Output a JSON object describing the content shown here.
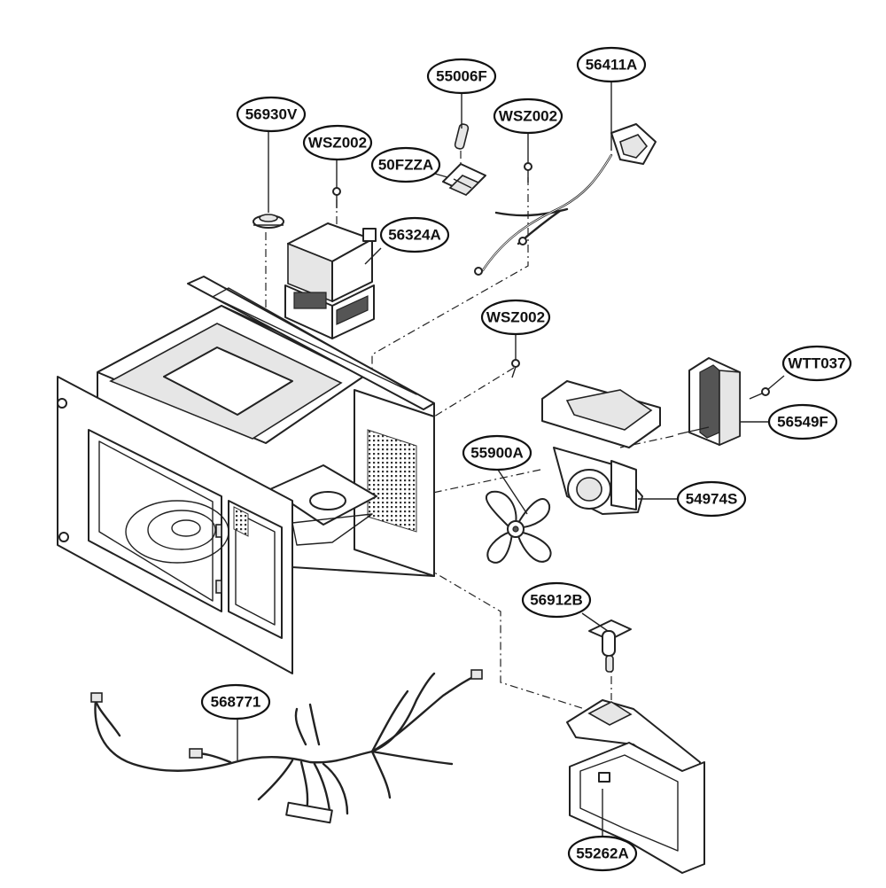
{
  "callouts": {
    "c_56411A": "56411A",
    "c_55006F": "55006F",
    "c_56930V": "56930V",
    "c_WSZ002_a": "WSZ002",
    "c_WSZ002_b": "WSZ002",
    "c_50FZZA": "50FZZA",
    "c_56324A": "56324A",
    "c_WSZ002_c": "WSZ002",
    "c_WTT037": "WTT037",
    "c_56549F": "56549F",
    "c_55900A": "55900A",
    "c_54974S": "54974S",
    "c_56912B": "56912B",
    "c_568771": "568771",
    "c_55262A": "55262A"
  },
  "parts": {
    "cavity": "microwave-cavity-frame",
    "transformer": "high-voltage-transformer",
    "fan": "fan-blade",
    "fan_motor_bracket": "fan-motor-bracket",
    "fan_motor": "fan-motor",
    "lamp": "lamp-socket",
    "air_guide": "air-guide-plate",
    "power_cord": "power-cord",
    "fuse": "fuse-and-holder",
    "thermostat": "thermostat",
    "harness": "wire-harness",
    "screws": "screws"
  }
}
